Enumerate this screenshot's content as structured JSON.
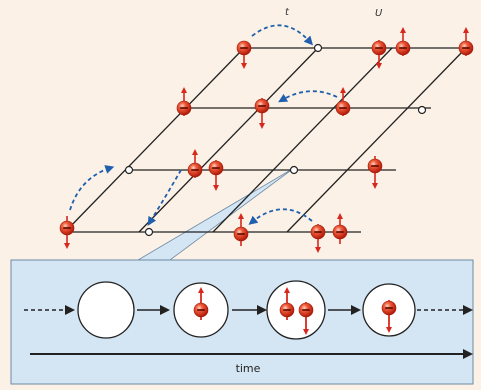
{
  "labels": {
    "hopping": "t",
    "interaction": "U",
    "time_axis": "time"
  },
  "colors": {
    "background": "#fbf1e6",
    "panel": "#d4e5f3",
    "lattice": "#222222",
    "spin": "#d8281e",
    "hop_arrow": "#1f5fae"
  },
  "icons": {
    "electron": "red-ball-with-minus-sign",
    "empty_site": "open-white-circle"
  }
}
